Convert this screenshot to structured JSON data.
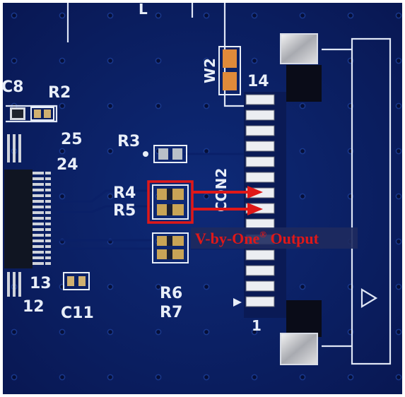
{
  "board": {
    "background_color": "#0b1d5c",
    "silkscreen_color": "#e8eef8",
    "labels": {
      "c8": "C8",
      "r2": "R2",
      "pin25": "25",
      "pin24": "24",
      "r3": "R3",
      "r4": "R4",
      "r5": "R5",
      "r6": "R6",
      "r7": "R7",
      "pin13": "13",
      "pin12": "12",
      "c11": "C11",
      "w2": "W2",
      "pin14": "14",
      "pin1": "1",
      "con2": "CON2",
      "corner_l": "L"
    }
  },
  "annotation": {
    "color": "#e01818",
    "text_main": "V-by-One",
    "text_reg": "®",
    "text_tail": " Output"
  }
}
